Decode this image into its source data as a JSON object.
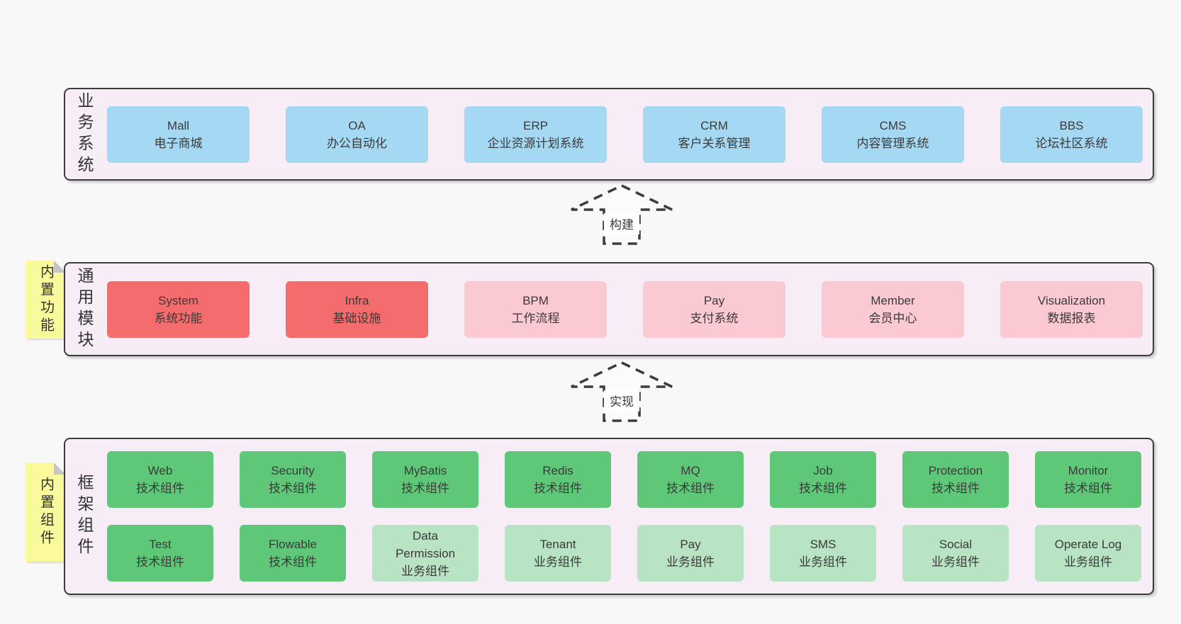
{
  "colors": {
    "page_bg": "#f8f8f8",
    "band_bg": "#f7edf6",
    "band_border": "#3c3c3c",
    "blue_box": "#a5d8f2",
    "red_box": "#f56c6c",
    "pink_box": "#fbc9d2",
    "green_box": "#5fc878",
    "light_green_box": "#b8e4c3",
    "note_yellow": "#fafa9d",
    "text": "#3a3a3a"
  },
  "notes": [
    {
      "label": "内置功能"
    },
    {
      "label": "内置组件"
    }
  ],
  "arrows": [
    {
      "label": "构建"
    },
    {
      "label": "实现"
    }
  ],
  "bands": [
    {
      "label": "业务系统",
      "boxes": [
        {
          "en": "Mall",
          "zh": "电子商城"
        },
        {
          "en": "OA",
          "zh": "办公自动化"
        },
        {
          "en": "ERP",
          "zh": "企业资源计划系统"
        },
        {
          "en": "CRM",
          "zh": "客户关系管理"
        },
        {
          "en": "CMS",
          "zh": "内容管理系统"
        },
        {
          "en": "BBS",
          "zh": "论坛社区系统"
        }
      ]
    },
    {
      "label": "通用模块",
      "boxes": [
        {
          "en": "System",
          "zh": "系统功能",
          "variant": "red"
        },
        {
          "en": "Infra",
          "zh": "基础设施",
          "variant": "red"
        },
        {
          "en": "BPM",
          "zh": "工作流程",
          "variant": "pink"
        },
        {
          "en": "Pay",
          "zh": "支付系统",
          "variant": "pink"
        },
        {
          "en": "Member",
          "zh": "会员中心",
          "variant": "pink"
        },
        {
          "en": "Visualization",
          "zh": "数据报表",
          "variant": "pink"
        }
      ]
    },
    {
      "label": "框架组件",
      "rows": [
        [
          {
            "en": "Web",
            "zh": "技术组件",
            "variant": "green"
          },
          {
            "en": "Security",
            "zh": "技术组件",
            "variant": "green"
          },
          {
            "en": "MyBatis",
            "zh": "技术组件",
            "variant": "green"
          },
          {
            "en": "Redis",
            "zh": "技术组件",
            "variant": "green"
          },
          {
            "en": "MQ",
            "zh": "技术组件",
            "variant": "green"
          },
          {
            "en": "Job",
            "zh": "技术组件",
            "variant": "green"
          },
          {
            "en": "Protection",
            "zh": "技术组件",
            "variant": "green"
          },
          {
            "en": "Monitor",
            "zh": "技术组件",
            "variant": "green"
          }
        ],
        [
          {
            "en": "Test",
            "zh": "技术组件",
            "variant": "green"
          },
          {
            "en": "Flowable",
            "zh": "技术组件",
            "variant": "green"
          },
          {
            "en": "Data Permission",
            "zh": "业务组件",
            "variant": "lightgreen"
          },
          {
            "en": "Tenant",
            "zh": "业务组件",
            "variant": "lightgreen"
          },
          {
            "en": "Pay",
            "zh": "业务组件",
            "variant": "lightgreen"
          },
          {
            "en": "SMS",
            "zh": "业务组件",
            "variant": "lightgreen"
          },
          {
            "en": "Social",
            "zh": "业务组件",
            "variant": "lightgreen"
          },
          {
            "en": "Operate Log",
            "zh": "业务组件",
            "variant": "lightgreen"
          }
        ]
      ]
    }
  ]
}
